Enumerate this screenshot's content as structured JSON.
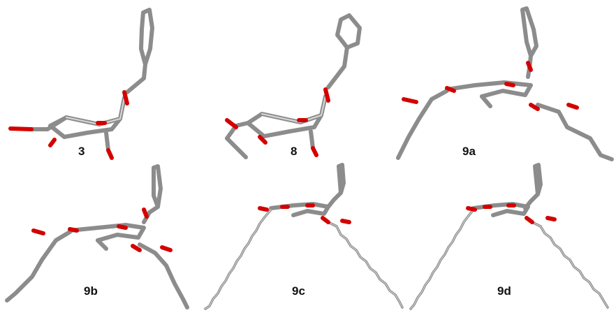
{
  "structures": [
    {
      "id": "s3",
      "label": "3"
    },
    {
      "id": "s8",
      "label": "8"
    },
    {
      "id": "s9a",
      "label": "9a"
    },
    {
      "id": "s9b",
      "label": "9b"
    },
    {
      "id": "s9c",
      "label": "9c"
    },
    {
      "id": "s9d",
      "label": "9d"
    }
  ],
  "colors": {
    "carbon": "#8c8c8c",
    "oxygen": "#d40000",
    "label": "#111111",
    "background": "#ffffff"
  }
}
